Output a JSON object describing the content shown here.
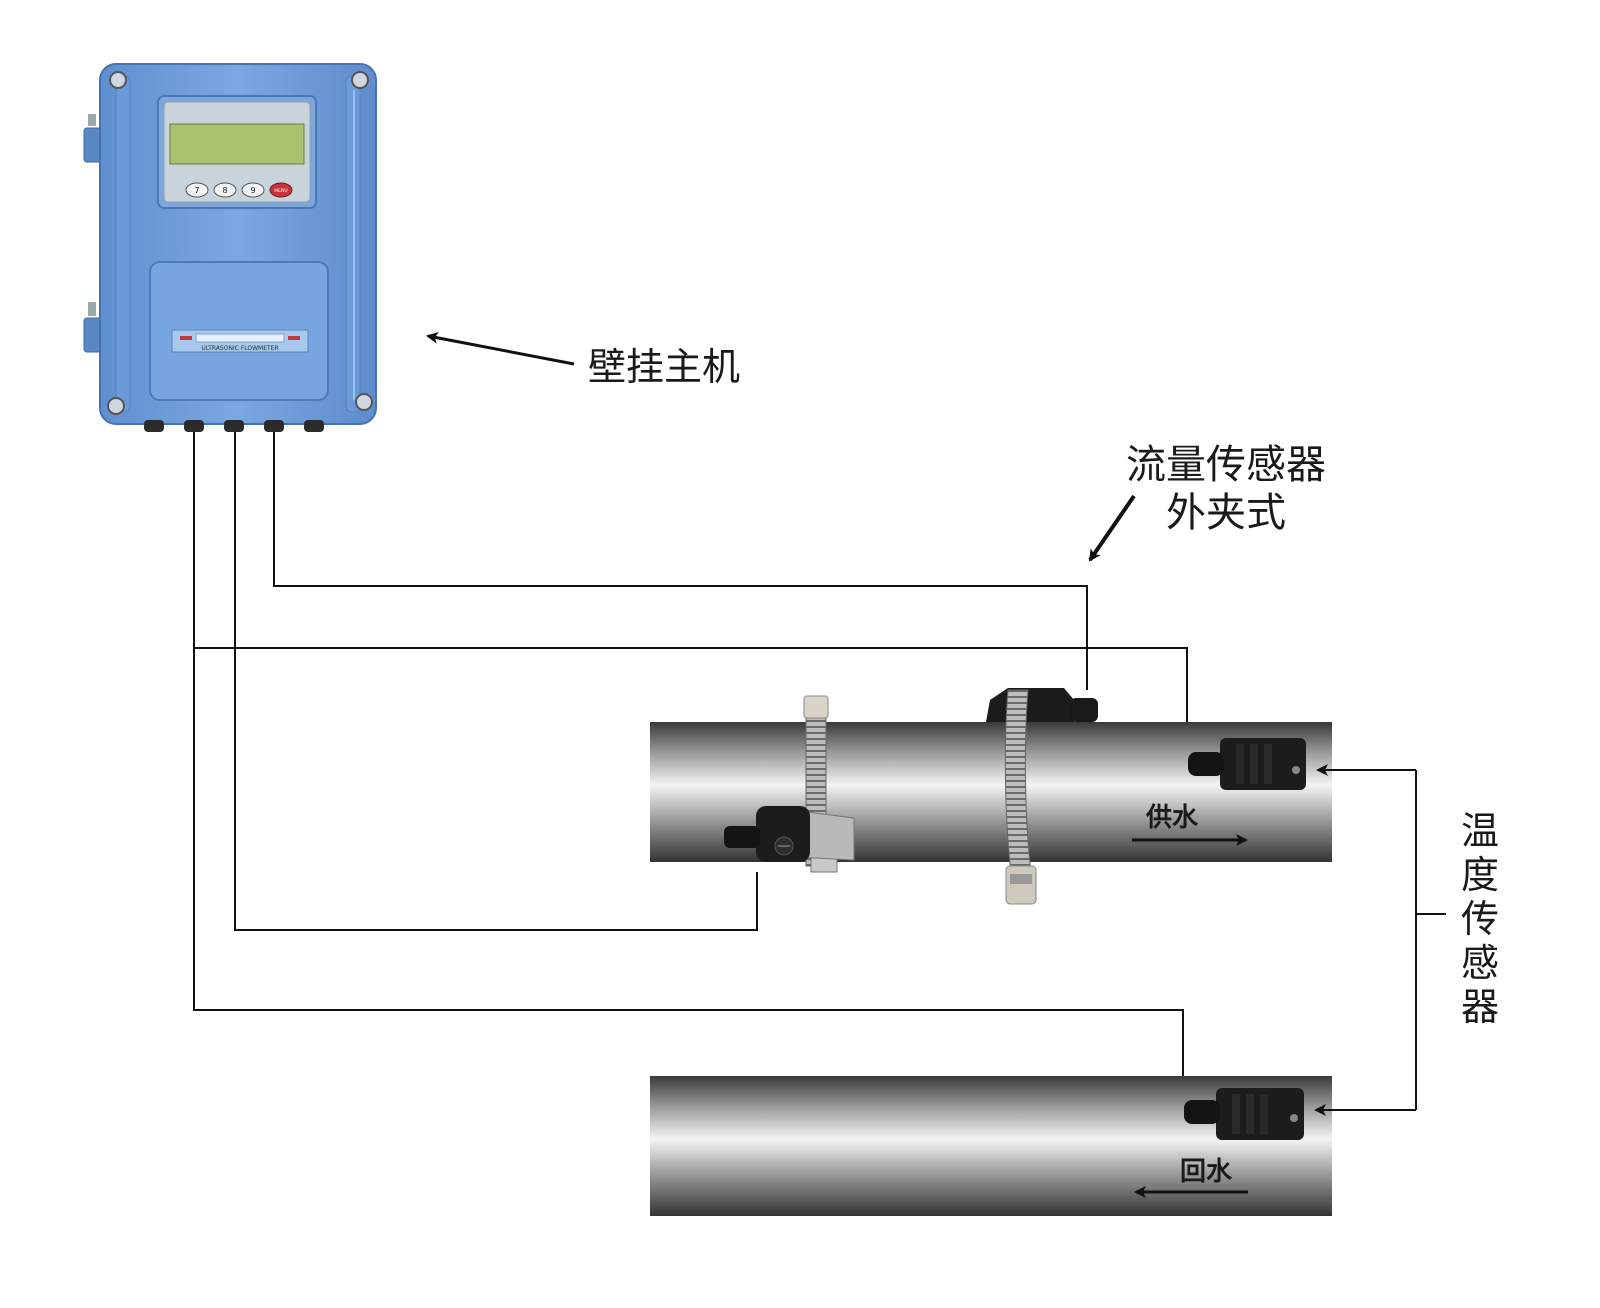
{
  "labels": {
    "wall_host": "壁挂主机",
    "flow_sensor_line1": "流量传感器",
    "flow_sensor_line2": "外夹式",
    "supply_water": "供水",
    "return_water": "回水",
    "temp_sensor_chars": [
      "温",
      "度",
      "传",
      "感",
      "器"
    ]
  },
  "device": {
    "keypad_keys": [
      "7",
      "8",
      "9",
      "MENU"
    ],
    "nameplate_text": "ULTRASONIC   FLOWMETER",
    "body_color": "#6f9fdc",
    "lcd_color": "#a9c26f"
  },
  "colors": {
    "wire": "#111111",
    "pipe_dark": "#3a3a3a",
    "pipe_light": "#f4f4f4",
    "sensor_body": "#1c1c1c",
    "clamp": "#a8a8a8"
  }
}
